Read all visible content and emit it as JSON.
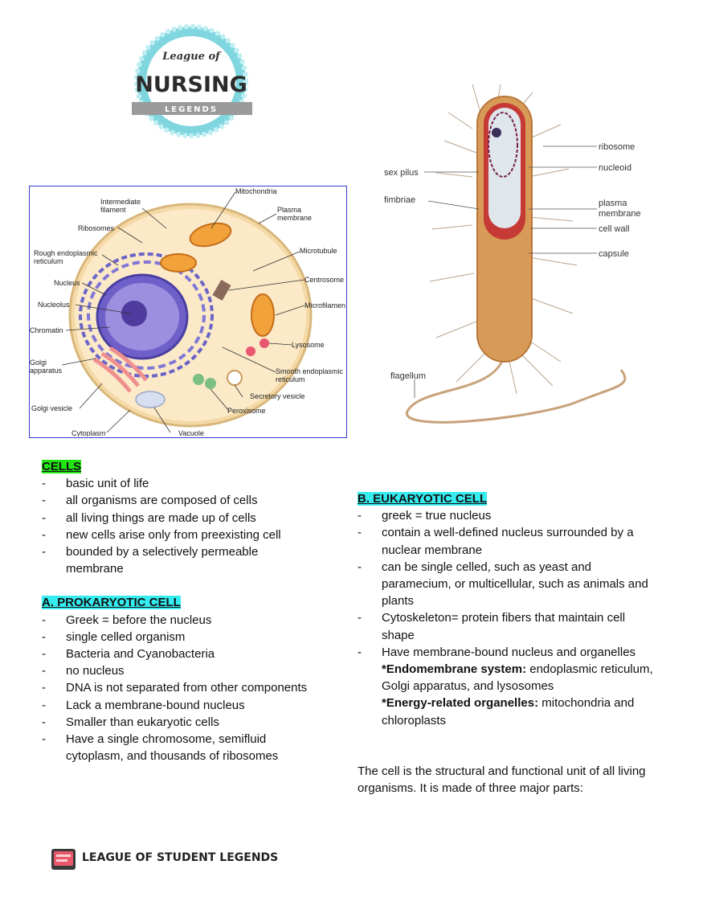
{
  "logo": {
    "line1": "League of",
    "line2": "NURSING",
    "line3": "LEGENDS"
  },
  "animal_cell": {
    "labels": {
      "mitochondria": "Mitochondria",
      "intermediate_filament_1": "Intermediate",
      "intermediate_filament_2": "filament",
      "plasma_membrane_1": "Plasma",
      "plasma_membrane_2": "membrane",
      "ribosomes": "Ribosomes",
      "rer_1": "Rough endoplasmic",
      "rer_2": "reticulum",
      "microtubule": "Microtubule",
      "nucleus": "Nucleus",
      "centrosome": "Centrosome",
      "nucleolus": "Nucleolus",
      "microfilament": "Microfilament",
      "chromatin": "Chromatin",
      "lysosome": "Lysosome",
      "golgi_1": "Golgi",
      "golgi_2": "apparatus",
      "ser_1": "Smooth endoplasmic",
      "ser_2": "reticulum",
      "secretory_vesicle": "Secretory vesicle",
      "golgi_vesicle": "Golgi vesicle",
      "peroxisome": "Peroxisome",
      "cytoplasm": "Cytoplasm",
      "vacuole": "Vacuole"
    }
  },
  "bacterium": {
    "labels": {
      "ribosome": "ribosome",
      "nucleoid": "nucleoid",
      "sex_pilus": "sex pilus",
      "fimbriae": "fimbriae",
      "plasma_membrane_1": "plasma",
      "plasma_membrane_2": "membrane",
      "cell_wall": "cell wall",
      "capsule": "capsule",
      "flagellum": "flagellum"
    }
  },
  "cells": {
    "heading": "CELLS",
    "items": [
      "basic unit of life",
      "all organisms are composed of cells",
      "all living things are made up of cells",
      "new cells arise only from preexisting cell",
      "bounded by a selectively permeable membrane"
    ]
  },
  "prokaryotic": {
    "heading": "A.  PROKARYOTIC CELL",
    "items": [
      "Greek = before the nucleus",
      "single celled organism",
      "Bacteria and Cyanobacteria",
      "no nucleus",
      "DNA is not separated from other components",
      "Lack a membrane-bound nucleus",
      "Smaller than eukaryotic cells",
      "Have a single chromosome, semifluid cytoplasm, and thousands of ribosomes"
    ]
  },
  "eukaryotic": {
    "heading": "B.  EUKARYOTIC CELL",
    "items": [
      "greek = true nucleus",
      "contain a well-defined nucleus surrounded by a nuclear membrane",
      "can be single celled, such as yeast and paramecium, or multicellular, such as animals and plants",
      "Cytoskeleton= protein fibers that maintain cell shape",
      "Have membrane-bound nucleus and organelles"
    ],
    "endo_bold": "*Endomembrane system:",
    "endo_text": " endoplasmic reticulum, Golgi apparatus, and lysosomes",
    "energy_bold": "*Energy-related organelles:",
    "energy_text": " mitochondria and chloroplasts"
  },
  "summary": "The cell is the structural and functional unit of all living organisms. It is made of three major parts:",
  "footer": {
    "brand": "LEAGUE OF STUDENT LEGENDS"
  },
  "colors": {
    "green_highlight": "#22e612",
    "cyan_highlight": "#35ecf0",
    "diagram_border": "#3a3ad0"
  }
}
